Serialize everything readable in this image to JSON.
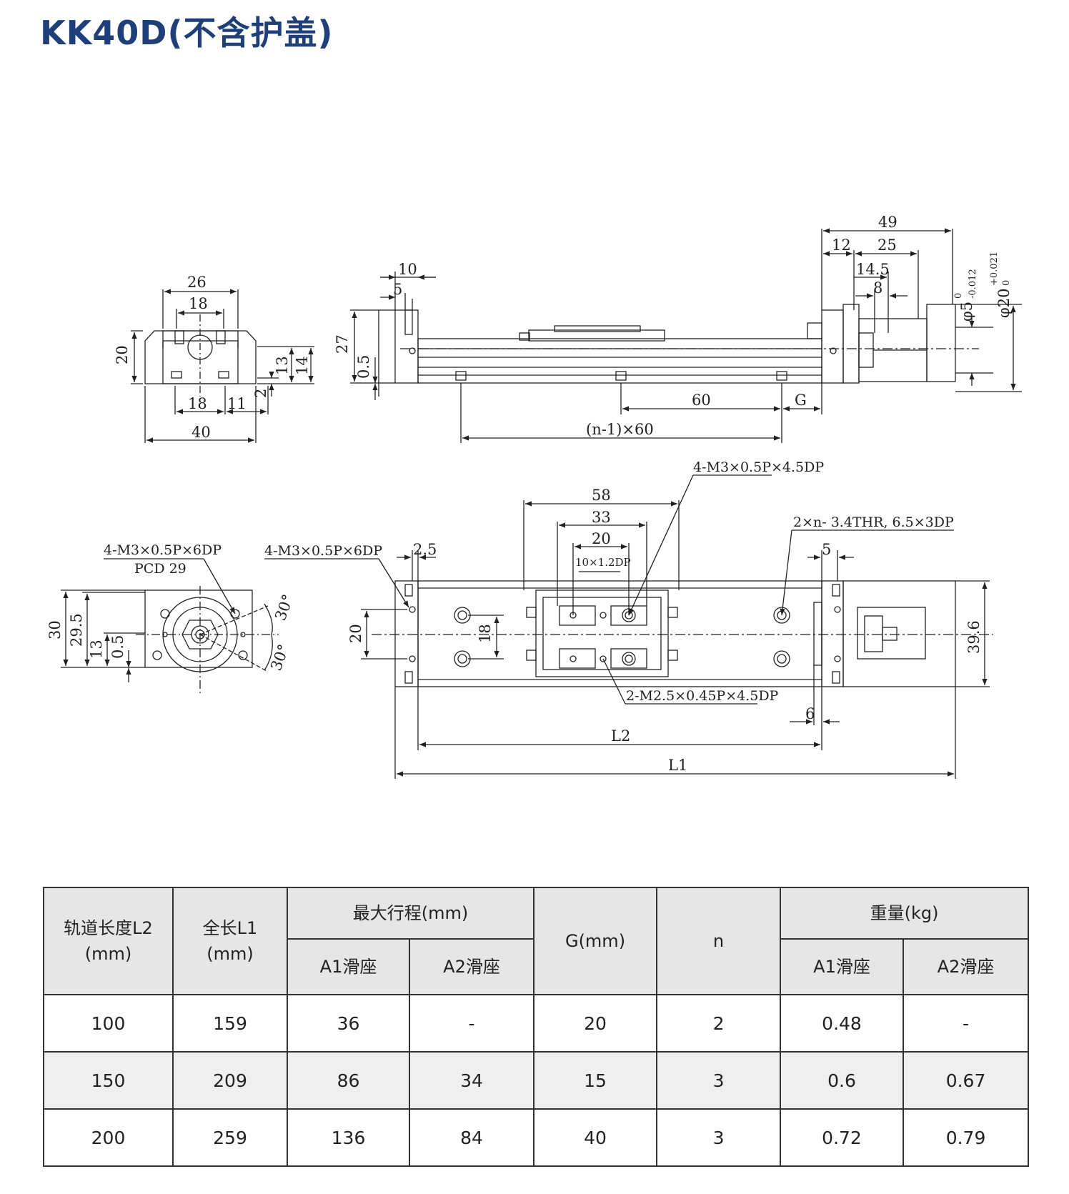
{
  "title": "KK40D(不含护盖)",
  "drawing": {
    "end_view": {
      "d26": "26",
      "d18": "18",
      "d20": "20",
      "d13": "13",
      "d14": "14",
      "d2": "2",
      "d18b": "18",
      "d11": "11",
      "d40": "40"
    },
    "side_view": {
      "d10": "10",
      "d5": "5",
      "d27": "27",
      "d05": "0.5",
      "d60": "60",
      "dG": "G",
      "pitch": "(n-1)×60"
    },
    "motor_end": {
      "d49": "49",
      "d12": "12",
      "d25": "25",
      "d145": "14.5",
      "d8": "8",
      "shaft": "φ5",
      "shaft_tol_upper": "0",
      "shaft_tol_lower": "-0.012",
      "boss": "φ20",
      "boss_tol_upper": "+0.021",
      "boss_tol_lower": "0"
    },
    "flange_view": {
      "tap": "4-M3×0.5P×6DP",
      "pcd": "PCD 29",
      "d30": "30",
      "d295": "29.5",
      "d13": "13",
      "d05": "0.5",
      "angle1": "30°",
      "angle2": "30°"
    },
    "top_view": {
      "end_tap": "4-M3×0.5P×6DP",
      "d25": "2.5",
      "d58": "58",
      "d33": "33",
      "d20": "20",
      "tap_small": "10×1.2DP",
      "table_tap": "4-M3×0.5P×4.5DP",
      "mount": "2×n- 3.4THR, 6.5×3DP",
      "d5": "5",
      "d20w": "20",
      "d18": "18",
      "d396": "39.6",
      "center_tap": "2-M2.5×0.45P×4.5DP",
      "d6": "6",
      "L2": "L2",
      "L1": "L1"
    }
  },
  "table": {
    "headers": {
      "rail_length": "轨道长度L2\n(mm)",
      "total_length": "全长L1\n(mm)",
      "max_stroke": "最大行程(mm)",
      "G": "G(mm)",
      "n": "n",
      "weight": "重量(kg)",
      "stroke_a1": "A1滑座",
      "stroke_a2": "A2滑座",
      "weight_a1": "A1滑座",
      "weight_a2": "A2滑座"
    },
    "rows": [
      [
        "100",
        "159",
        "36",
        "-",
        "20",
        "2",
        "0.48",
        "-"
      ],
      [
        "150",
        "209",
        "86",
        "34",
        "15",
        "3",
        "0.6",
        "0.67"
      ],
      [
        "200",
        "259",
        "136",
        "84",
        "40",
        "3",
        "0.72",
        "0.79"
      ]
    ]
  }
}
